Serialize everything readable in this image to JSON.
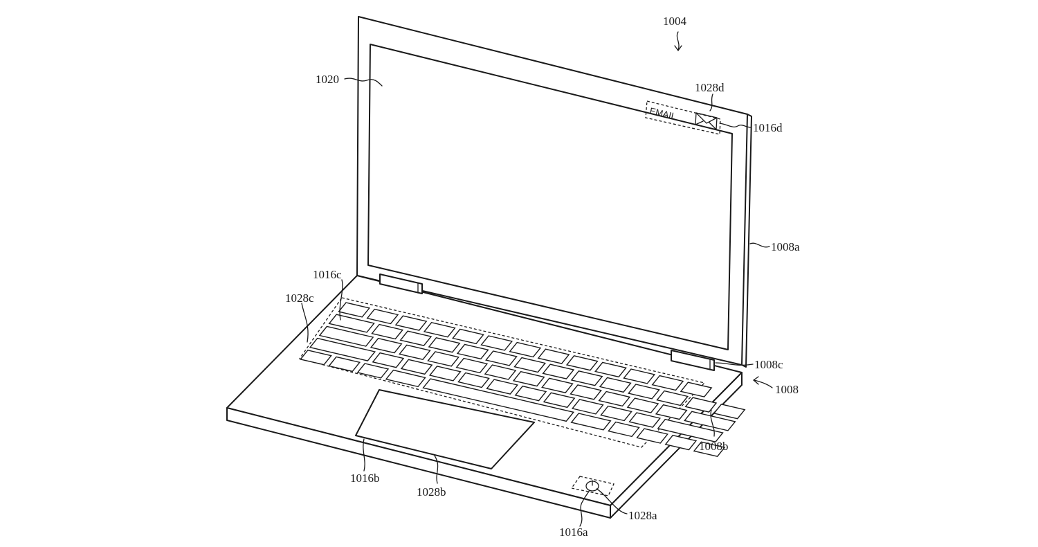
{
  "labels": {
    "device": "1004",
    "display_housing": "1008a",
    "housing": "1008",
    "base_housing": "1008b",
    "hinge": "1008c",
    "display": "1020",
    "power_key": "1016a",
    "power_key_region": "1028a",
    "trackpad": "1016b",
    "trackpad_region": "1028b",
    "keyboard": "1016c",
    "keyboard_region": "1028c",
    "email_icon": "1016d",
    "email_icon_region": "1028d"
  },
  "screen": {
    "email_text": "EMAIL"
  },
  "icons": {
    "email": "envelope-icon",
    "power": "power-icon",
    "arrow": "arrow-icon"
  },
  "colors": {
    "line": "#1a1a1a",
    "background": "#ffffff"
  }
}
